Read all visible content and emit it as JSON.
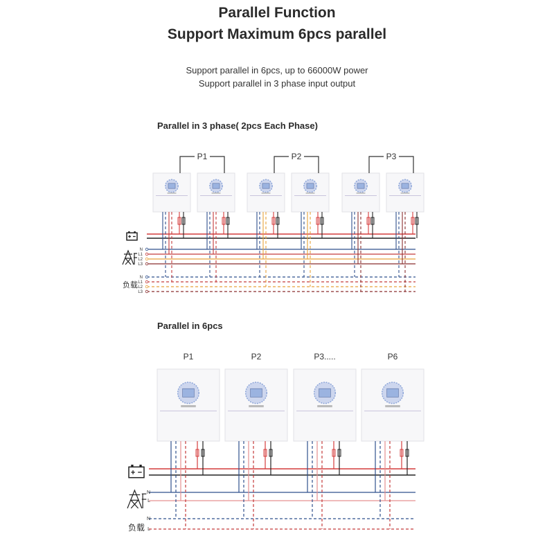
{
  "header": {
    "title_line1": "Parallel Function",
    "title_line2": "Support Maximum 6pcs parallel",
    "subtitle_line1": "Support parallel in 6pcs, up to 66000W power",
    "subtitle_line2": "Support parallel in 3 phase input output"
  },
  "diagram1": {
    "heading": "Parallel in 3 phase( 2pcs Each Phase)",
    "groups": [
      "P1",
      "P2",
      "P3"
    ],
    "grid_lines": [
      "N",
      "L1",
      "L2",
      "L3"
    ],
    "load_lines": [
      "N",
      "L1",
      "L2",
      "L3"
    ],
    "load_label": "负载"
  },
  "diagram2": {
    "heading": "Parallel in 6pcs",
    "units": [
      "P1",
      "P2",
      "P3.....",
      "P6"
    ],
    "grid_lines": [
      "N",
      "L"
    ],
    "load_lines": [
      "N",
      "L"
    ],
    "load_label": "负载"
  },
  "colors": {
    "battery_pos": "#d43c3c",
    "battery_neg": "#222222",
    "neutral": "#2e4f8c",
    "l1": "#c43a3a",
    "l2": "#e8a13a",
    "l3": "#8a2f2f",
    "l_single": "#e59090",
    "screen": "#9bb3e0"
  }
}
